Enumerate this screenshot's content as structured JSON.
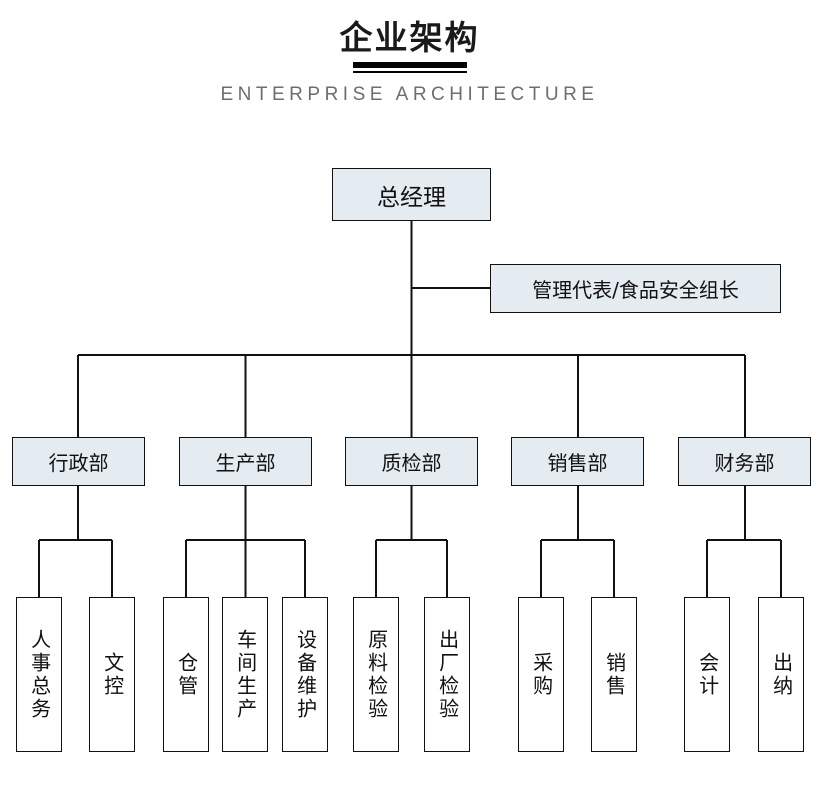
{
  "header": {
    "title_cn": "企业架构",
    "title_en": "ENTERPRISE ARCHITECTURE"
  },
  "colors": {
    "box_fill": "#e4ebf1",
    "box_border": "#111111",
    "leaf_fill": "#ffffff",
    "line": "#111111",
    "title": "#1a1a1a",
    "subtitle": "#6e6e6e",
    "background": "#ffffff"
  },
  "chart_data": {
    "type": "diagram",
    "diagram_type": "org-chart",
    "title": "企业架构",
    "subtitle": "ENTERPRISE ARCHITECTURE",
    "orientation": "top-down",
    "levels": 3,
    "nodes": [
      {
        "id": "gm",
        "label": "总经理",
        "level": 0,
        "parent": null,
        "style": "filled"
      },
      {
        "id": "mgmt_rep",
        "label": "管理代表/食品安全组长",
        "level": 1,
        "parent": "gm",
        "style": "filled",
        "attachment": "staff-side-branch"
      },
      {
        "id": "admin",
        "label": "行政部",
        "level": 1,
        "parent": "gm",
        "style": "filled"
      },
      {
        "id": "production",
        "label": "生产部",
        "level": 1,
        "parent": "gm",
        "style": "filled"
      },
      {
        "id": "quality",
        "label": "质检部",
        "level": 1,
        "parent": "gm",
        "style": "filled"
      },
      {
        "id": "sales_dept",
        "label": "销售部",
        "level": 1,
        "parent": "gm",
        "style": "filled"
      },
      {
        "id": "finance",
        "label": "财务部",
        "level": 1,
        "parent": "gm",
        "style": "filled"
      },
      {
        "id": "hr",
        "label": "人事总务",
        "level": 2,
        "parent": "admin",
        "style": "plain",
        "text_direction": "vertical"
      },
      {
        "id": "doc_control",
        "label": "文控",
        "level": 2,
        "parent": "admin",
        "style": "plain",
        "text_direction": "vertical"
      },
      {
        "id": "warehouse",
        "label": "仓管",
        "level": 2,
        "parent": "production",
        "style": "plain",
        "text_direction": "vertical"
      },
      {
        "id": "workshop",
        "label": "车间生产",
        "level": 2,
        "parent": "production",
        "style": "plain",
        "text_direction": "vertical"
      },
      {
        "id": "equipment",
        "label": "设备维护",
        "level": 2,
        "parent": "production",
        "style": "plain",
        "text_direction": "vertical"
      },
      {
        "id": "raw_inspect",
        "label": "原料检验",
        "level": 2,
        "parent": "quality",
        "style": "plain",
        "text_direction": "vertical"
      },
      {
        "id": "out_inspect",
        "label": "出厂检验",
        "level": 2,
        "parent": "quality",
        "style": "plain",
        "text_direction": "vertical"
      },
      {
        "id": "purchasing",
        "label": "采购",
        "level": 2,
        "parent": "sales_dept",
        "style": "plain",
        "text_direction": "vertical"
      },
      {
        "id": "selling",
        "label": "销售",
        "level": 2,
        "parent": "sales_dept",
        "style": "plain",
        "text_direction": "vertical"
      },
      {
        "id": "accounting",
        "label": "会计",
        "level": 2,
        "parent": "finance",
        "style": "plain",
        "text_direction": "vertical"
      },
      {
        "id": "cashier",
        "label": "出纳",
        "level": 2,
        "parent": "finance",
        "style": "plain",
        "text_direction": "vertical"
      }
    ]
  },
  "chart": {
    "root": {
      "label": "总经理"
    },
    "staff": {
      "label": "管理代表/食品安全组长"
    },
    "departments": [
      {
        "label": "行政部",
        "children": [
          {
            "label": "人事总务"
          },
          {
            "label": "文控"
          }
        ]
      },
      {
        "label": "生产部",
        "children": [
          {
            "label": "仓管"
          },
          {
            "label": "车间生产"
          },
          {
            "label": "设备维护"
          }
        ]
      },
      {
        "label": "质检部",
        "children": [
          {
            "label": "原料检验"
          },
          {
            "label": "出厂检验"
          }
        ]
      },
      {
        "label": "销售部",
        "children": [
          {
            "label": "采购"
          },
          {
            "label": "销售"
          }
        ]
      },
      {
        "label": "财务部",
        "children": [
          {
            "label": "会计"
          },
          {
            "label": "出纳"
          }
        ]
      }
    ]
  }
}
